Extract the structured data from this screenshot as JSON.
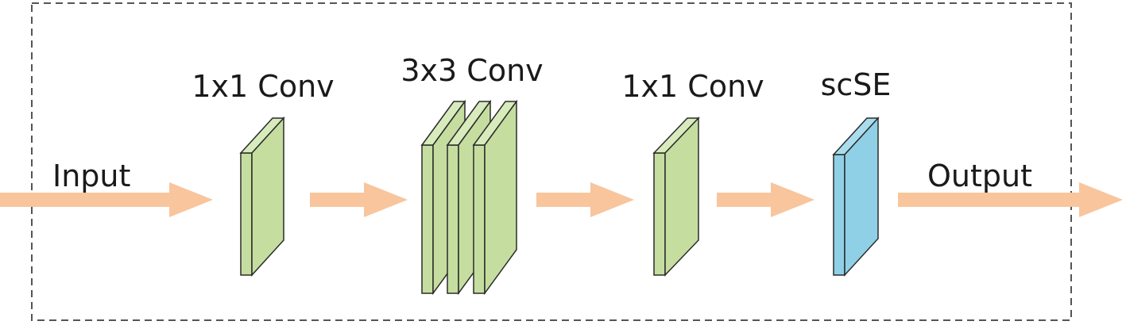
{
  "labels": {
    "input": "Input",
    "conv1": "1x1 Conv",
    "conv3": "3x3 Conv",
    "conv1b": "1x1 Conv",
    "scse": "scSE",
    "output": "Output"
  },
  "colors": {
    "arrow": "#f8c59d",
    "conv_front": "#c5dea0",
    "conv_side": "#d8ebbc",
    "scse_front": "#8fd0e6",
    "scse_side": "#a9ddee",
    "stroke": "#2b2b2b",
    "frame": "#555555"
  }
}
